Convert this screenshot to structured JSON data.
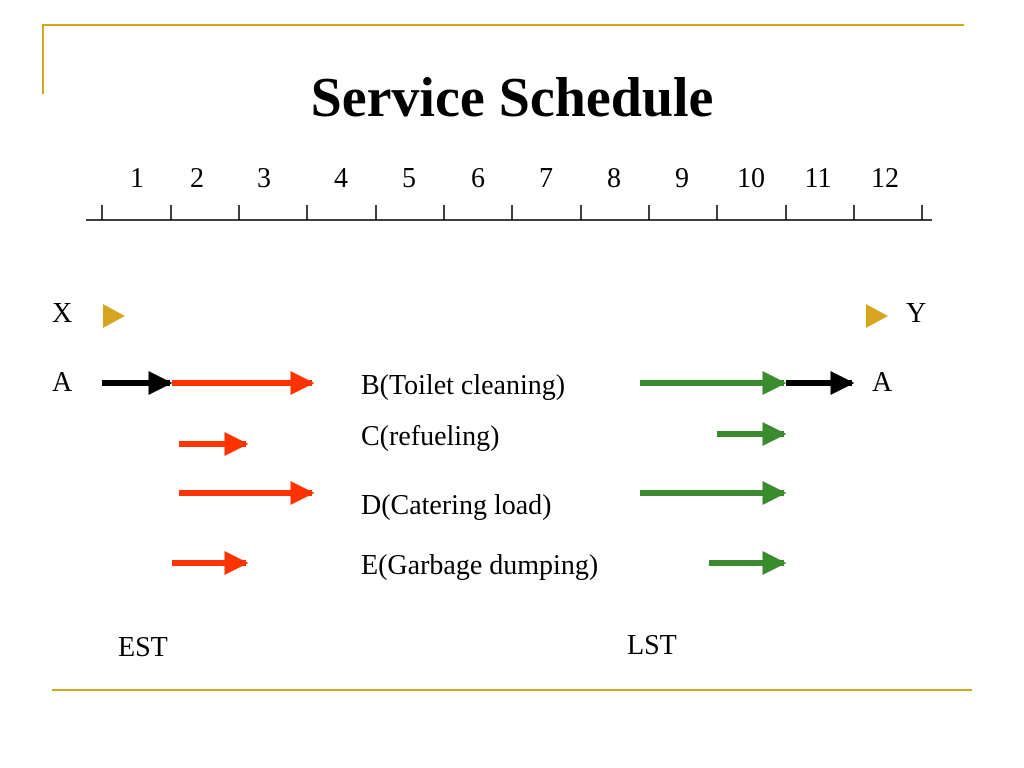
{
  "title": "Service Schedule",
  "timeline": {
    "ticks": [
      "1",
      "2",
      "3",
      "4",
      "5",
      "6",
      "7",
      "8",
      "9",
      "10",
      "11",
      "12"
    ]
  },
  "markers": {
    "start": "X",
    "end": "Y"
  },
  "tasks": {
    "a_start": "A",
    "a_end": "A",
    "b": "B(Toilet cleaning)",
    "c": "C(refueling)",
    "d": "D(Catering load)",
    "e": "E(Garbage dumping)"
  },
  "labels": {
    "est": "EST",
    "lst": "LST"
  },
  "colors": {
    "accent": "#d6a520",
    "est_arrow": "#ff3300",
    "lst_arrow": "#3a8a2e",
    "fixed_arrow": "#000000"
  },
  "icons": {
    "marker": "play-triangle-icon"
  }
}
